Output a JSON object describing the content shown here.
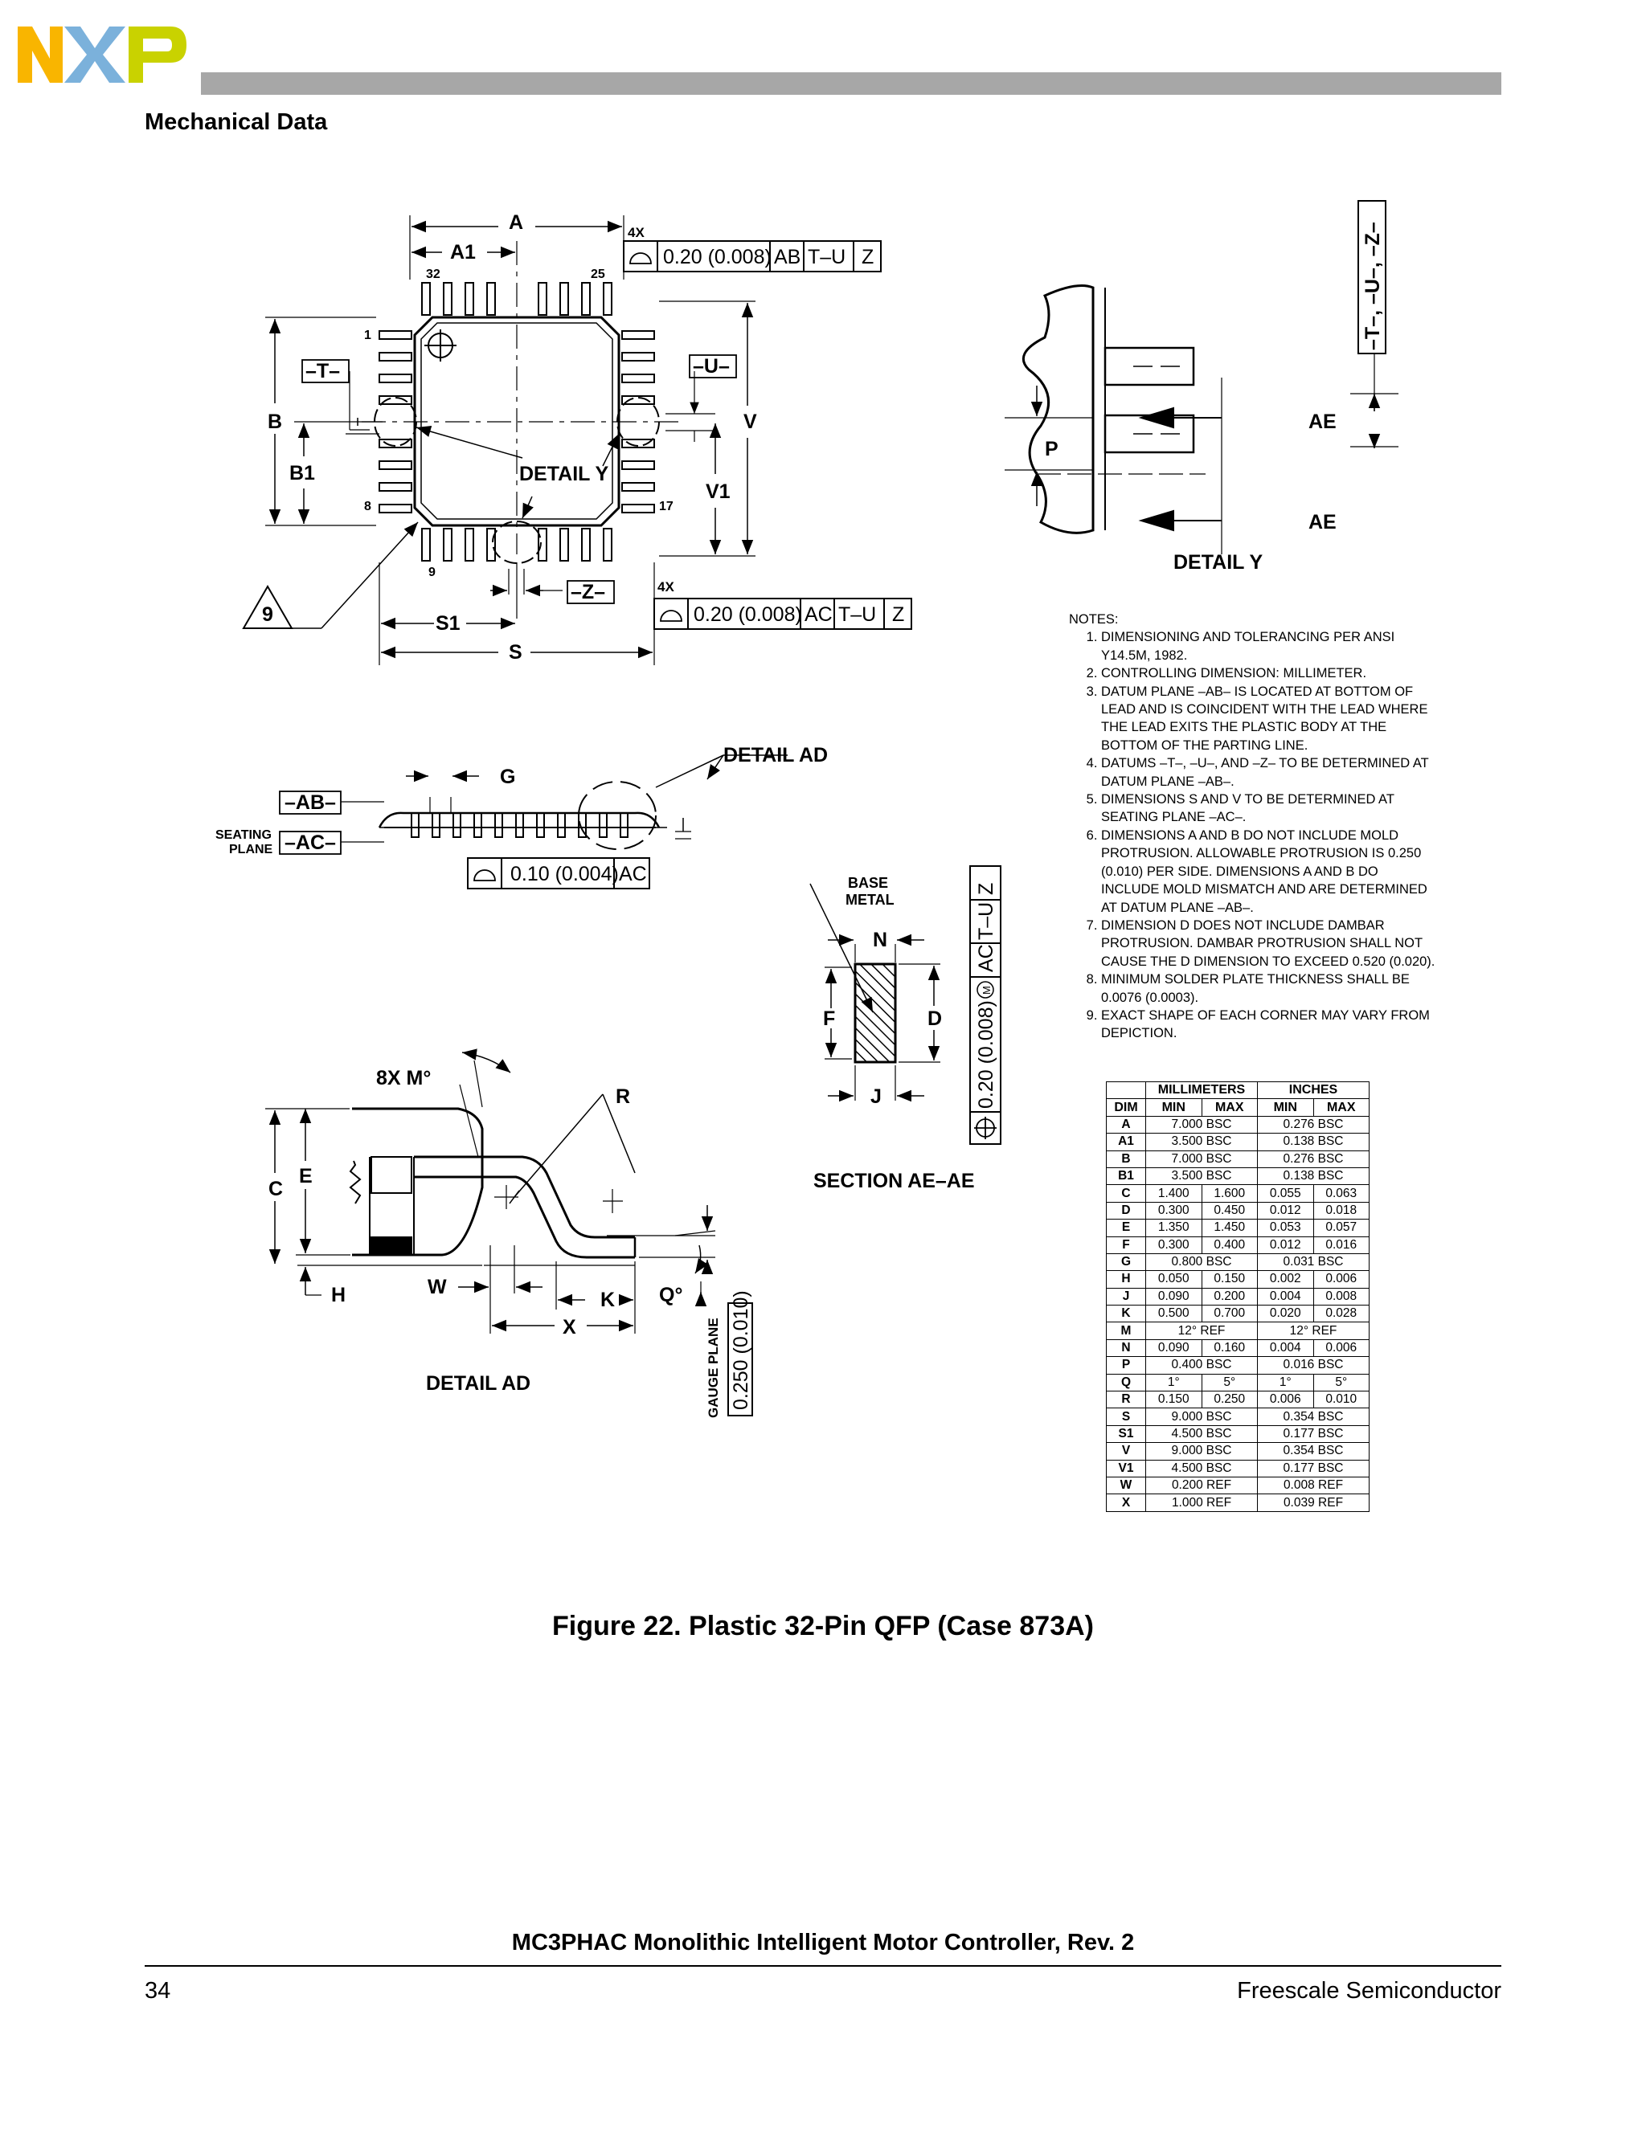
{
  "header": {
    "logo_text": "NXP",
    "section_title": "Mechanical Data",
    "bar_color": "#a7a7a7",
    "logo_colors": [
      "#f9b500",
      "#7bb1db",
      "#c9d200"
    ]
  },
  "drawing": {
    "top_view": {
      "dim_A": "A",
      "dim_A1": "A1",
      "pin_32": "32",
      "pin_25": "25",
      "pin_1": "1",
      "pin_8": "8",
      "pin_9": "9",
      "pin_17": "17",
      "datum_T": "–T–",
      "datum_U": "–U–",
      "datum_Z": "–Z–",
      "dim_B": "B",
      "dim_B1": "B1",
      "dim_V": "V",
      "dim_V1": "V1",
      "dim_S": "S",
      "dim_S1": "S1",
      "detail_y": "DETAIL Y",
      "note_9": "9",
      "fcf1_count": "4X",
      "fcf1_tol": "0.20 (0.008)",
      "fcf1_ref1": "AB",
      "fcf1_ref2": "T–U",
      "fcf1_ref3": "Z",
      "fcf2_count": "4X",
      "fcf2_tol": "0.20 (0.008)",
      "fcf2_ref1": "AC",
      "fcf2_ref2": "T–U",
      "fcf2_ref3": "Z"
    },
    "side_view": {
      "datum_AB": "–AB–",
      "datum_AC": "–AC–",
      "seating_plane_1": "SEATING",
      "seating_plane_2": "PLANE",
      "dim_G": "G",
      "detail_ad": "DETAIL AD",
      "fcf_tol": "0.10 (0.004)",
      "fcf_ref": "AC"
    },
    "detail_y_view": {
      "datums": "–T–, –U–, –Z–",
      "dim_P": "P",
      "ae_top": "AE",
      "ae_bottom": "AE",
      "title": "DETAIL Y"
    },
    "section_view": {
      "base_metal_1": "BASE",
      "base_metal_2": "METAL",
      "dim_N": "N",
      "dim_F": "F",
      "dim_D": "D",
      "dim_J": "J",
      "title": "SECTION AE–AE",
      "fcf_tol": "0.20 (0.008)",
      "fcf_mod": "M",
      "fcf_ref1": "AC",
      "fcf_ref2": "T–U",
      "fcf_ref3": "Z"
    },
    "detail_ad_view": {
      "dim_M": "8X M°",
      "dim_R": "R",
      "dim_C": "C",
      "dim_E": "E",
      "dim_H": "H",
      "dim_W": "W",
      "dim_K": "K",
      "dim_Q": "Q°",
      "dim_X": "X",
      "gauge_plane": "GAUGE PLANE",
      "gauge_value": "0.250 (0.010)",
      "title": "DETAIL AD"
    }
  },
  "notes": {
    "heading": "NOTES:",
    "items": [
      "DIMENSIONING AND TOLERANCING PER ANSI Y14.5M, 1982.",
      "CONTROLLING DIMENSION: MILLIMETER.",
      "DATUM PLANE –AB– IS LOCATED AT BOTTOM OF LEAD AND IS COINCIDENT WITH THE LEAD WHERE THE LEAD EXITS THE PLASTIC BODY AT THE BOTTOM OF THE PARTING LINE.",
      "DATUMS –T–, –U–, AND –Z– TO BE DETERMINED AT DATUM PLANE –AB–.",
      "DIMENSIONS S AND V TO BE DETERMINED AT SEATING PLANE –AC–.",
      "DIMENSIONS A AND B DO NOT INCLUDE MOLD PROTRUSION. ALLOWABLE PROTRUSION IS 0.250 (0.010) PER SIDE. DIMENSIONS A AND B DO INCLUDE MOLD MISMATCH AND ARE DETERMINED AT DATUM PLANE –AB–.",
      "DIMENSION D DOES NOT INCLUDE DAMBAR PROTRUSION. DAMBAR PROTRUSION SHALL NOT CAUSE THE D DIMENSION TO EXCEED 0.520 (0.020).",
      "MINIMUM SOLDER PLATE THICKNESS SHALL BE 0.0076 (0.0003).",
      "EXACT SHAPE OF EACH CORNER MAY VARY FROM DEPICTION."
    ]
  },
  "dim_table": {
    "group_mm": "MILLIMETERS",
    "group_in": "INCHES",
    "col_dim": "DIM",
    "col_min": "MIN",
    "col_max": "MAX",
    "rows": [
      {
        "dim": "A",
        "span": true,
        "mm": "7.000 BSC",
        "in": "0.276 BSC"
      },
      {
        "dim": "A1",
        "span": true,
        "mm": "3.500 BSC",
        "in": "0.138 BSC"
      },
      {
        "dim": "B",
        "span": true,
        "mm": "7.000 BSC",
        "in": "0.276 BSC"
      },
      {
        "dim": "B1",
        "span": true,
        "mm": "3.500 BSC",
        "in": "0.138 BSC"
      },
      {
        "dim": "C",
        "span": false,
        "mm_min": "1.400",
        "mm_max": "1.600",
        "in_min": "0.055",
        "in_max": "0.063"
      },
      {
        "dim": "D",
        "span": false,
        "mm_min": "0.300",
        "mm_max": "0.450",
        "in_min": "0.012",
        "in_max": "0.018"
      },
      {
        "dim": "E",
        "span": false,
        "mm_min": "1.350",
        "mm_max": "1.450",
        "in_min": "0.053",
        "in_max": "0.057"
      },
      {
        "dim": "F",
        "span": false,
        "mm_min": "0.300",
        "mm_max": "0.400",
        "in_min": "0.012",
        "in_max": "0.016"
      },
      {
        "dim": "G",
        "span": true,
        "mm": "0.800 BSC",
        "in": "0.031 BSC"
      },
      {
        "dim": "H",
        "span": false,
        "mm_min": "0.050",
        "mm_max": "0.150",
        "in_min": "0.002",
        "in_max": "0.006"
      },
      {
        "dim": "J",
        "span": false,
        "mm_min": "0.090",
        "mm_max": "0.200",
        "in_min": "0.004",
        "in_max": "0.008"
      },
      {
        "dim": "K",
        "span": false,
        "mm_min": "0.500",
        "mm_max": "0.700",
        "in_min": "0.020",
        "in_max": "0.028"
      },
      {
        "dim": "M",
        "span": true,
        "mm": "12° REF",
        "in": "12° REF"
      },
      {
        "dim": "N",
        "span": false,
        "mm_min": "0.090",
        "mm_max": "0.160",
        "in_min": "0.004",
        "in_max": "0.006"
      },
      {
        "dim": "P",
        "span": true,
        "mm": "0.400 BSC",
        "in": "0.016 BSC"
      },
      {
        "dim": "Q",
        "span": false,
        "mm_min": "1°",
        "mm_max": "5°",
        "in_min": "1°",
        "in_max": "5°"
      },
      {
        "dim": "R",
        "span": false,
        "mm_min": "0.150",
        "mm_max": "0.250",
        "in_min": "0.006",
        "in_max": "0.010"
      },
      {
        "dim": "S",
        "span": true,
        "mm": "9.000 BSC",
        "in": "0.354 BSC"
      },
      {
        "dim": "S1",
        "span": true,
        "mm": "4.500 BSC",
        "in": "0.177 BSC"
      },
      {
        "dim": "V",
        "span": true,
        "mm": "9.000 BSC",
        "in": "0.354 BSC"
      },
      {
        "dim": "V1",
        "span": true,
        "mm": "4.500 BSC",
        "in": "0.177 BSC"
      },
      {
        "dim": "W",
        "span": true,
        "mm": "0.200 REF",
        "in": "0.008 REF"
      },
      {
        "dim": "X",
        "span": true,
        "mm": "1.000 REF",
        "in": "0.039 REF"
      }
    ]
  },
  "figure": {
    "caption": "Figure 22. Plastic 32-Pin QFP (Case 873A)"
  },
  "footer": {
    "doc_title": "MC3PHAC Monolithic Intelligent Motor Controller, Rev. 2",
    "page_number": "34",
    "company": "Freescale Semiconductor"
  }
}
